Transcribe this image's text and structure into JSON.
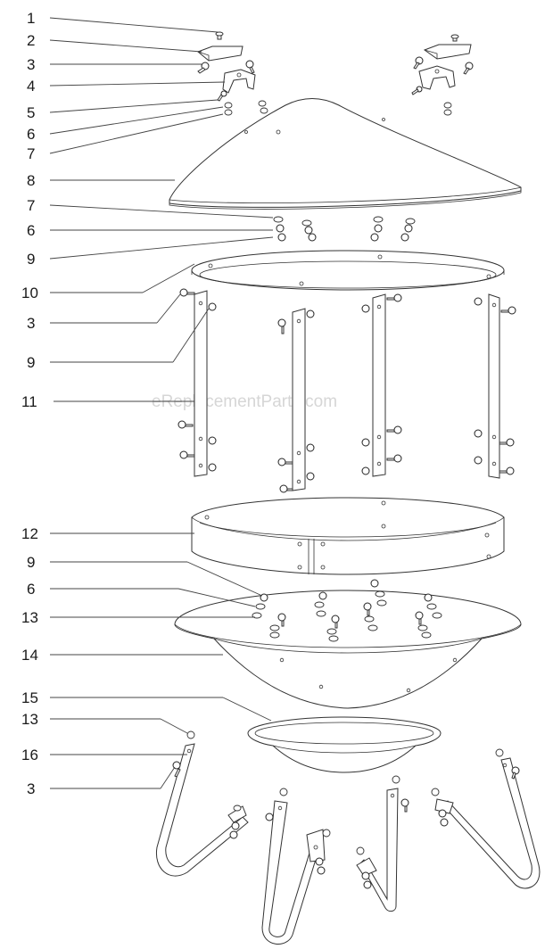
{
  "callouts": [
    "1",
    "2",
    "3",
    "4",
    "5",
    "6",
    "7",
    "8",
    "7",
    "6",
    "9",
    "10",
    "3",
    "9",
    "11",
    "12",
    "9",
    "6",
    "13",
    "14",
    "15",
    "13",
    "16",
    "3"
  ],
  "watermark": "eReplacementParts.com",
  "colors": {
    "line": "#333333",
    "label": "#1a1a1a",
    "watermark": "#d6d6d6",
    "background": "#ffffff"
  }
}
